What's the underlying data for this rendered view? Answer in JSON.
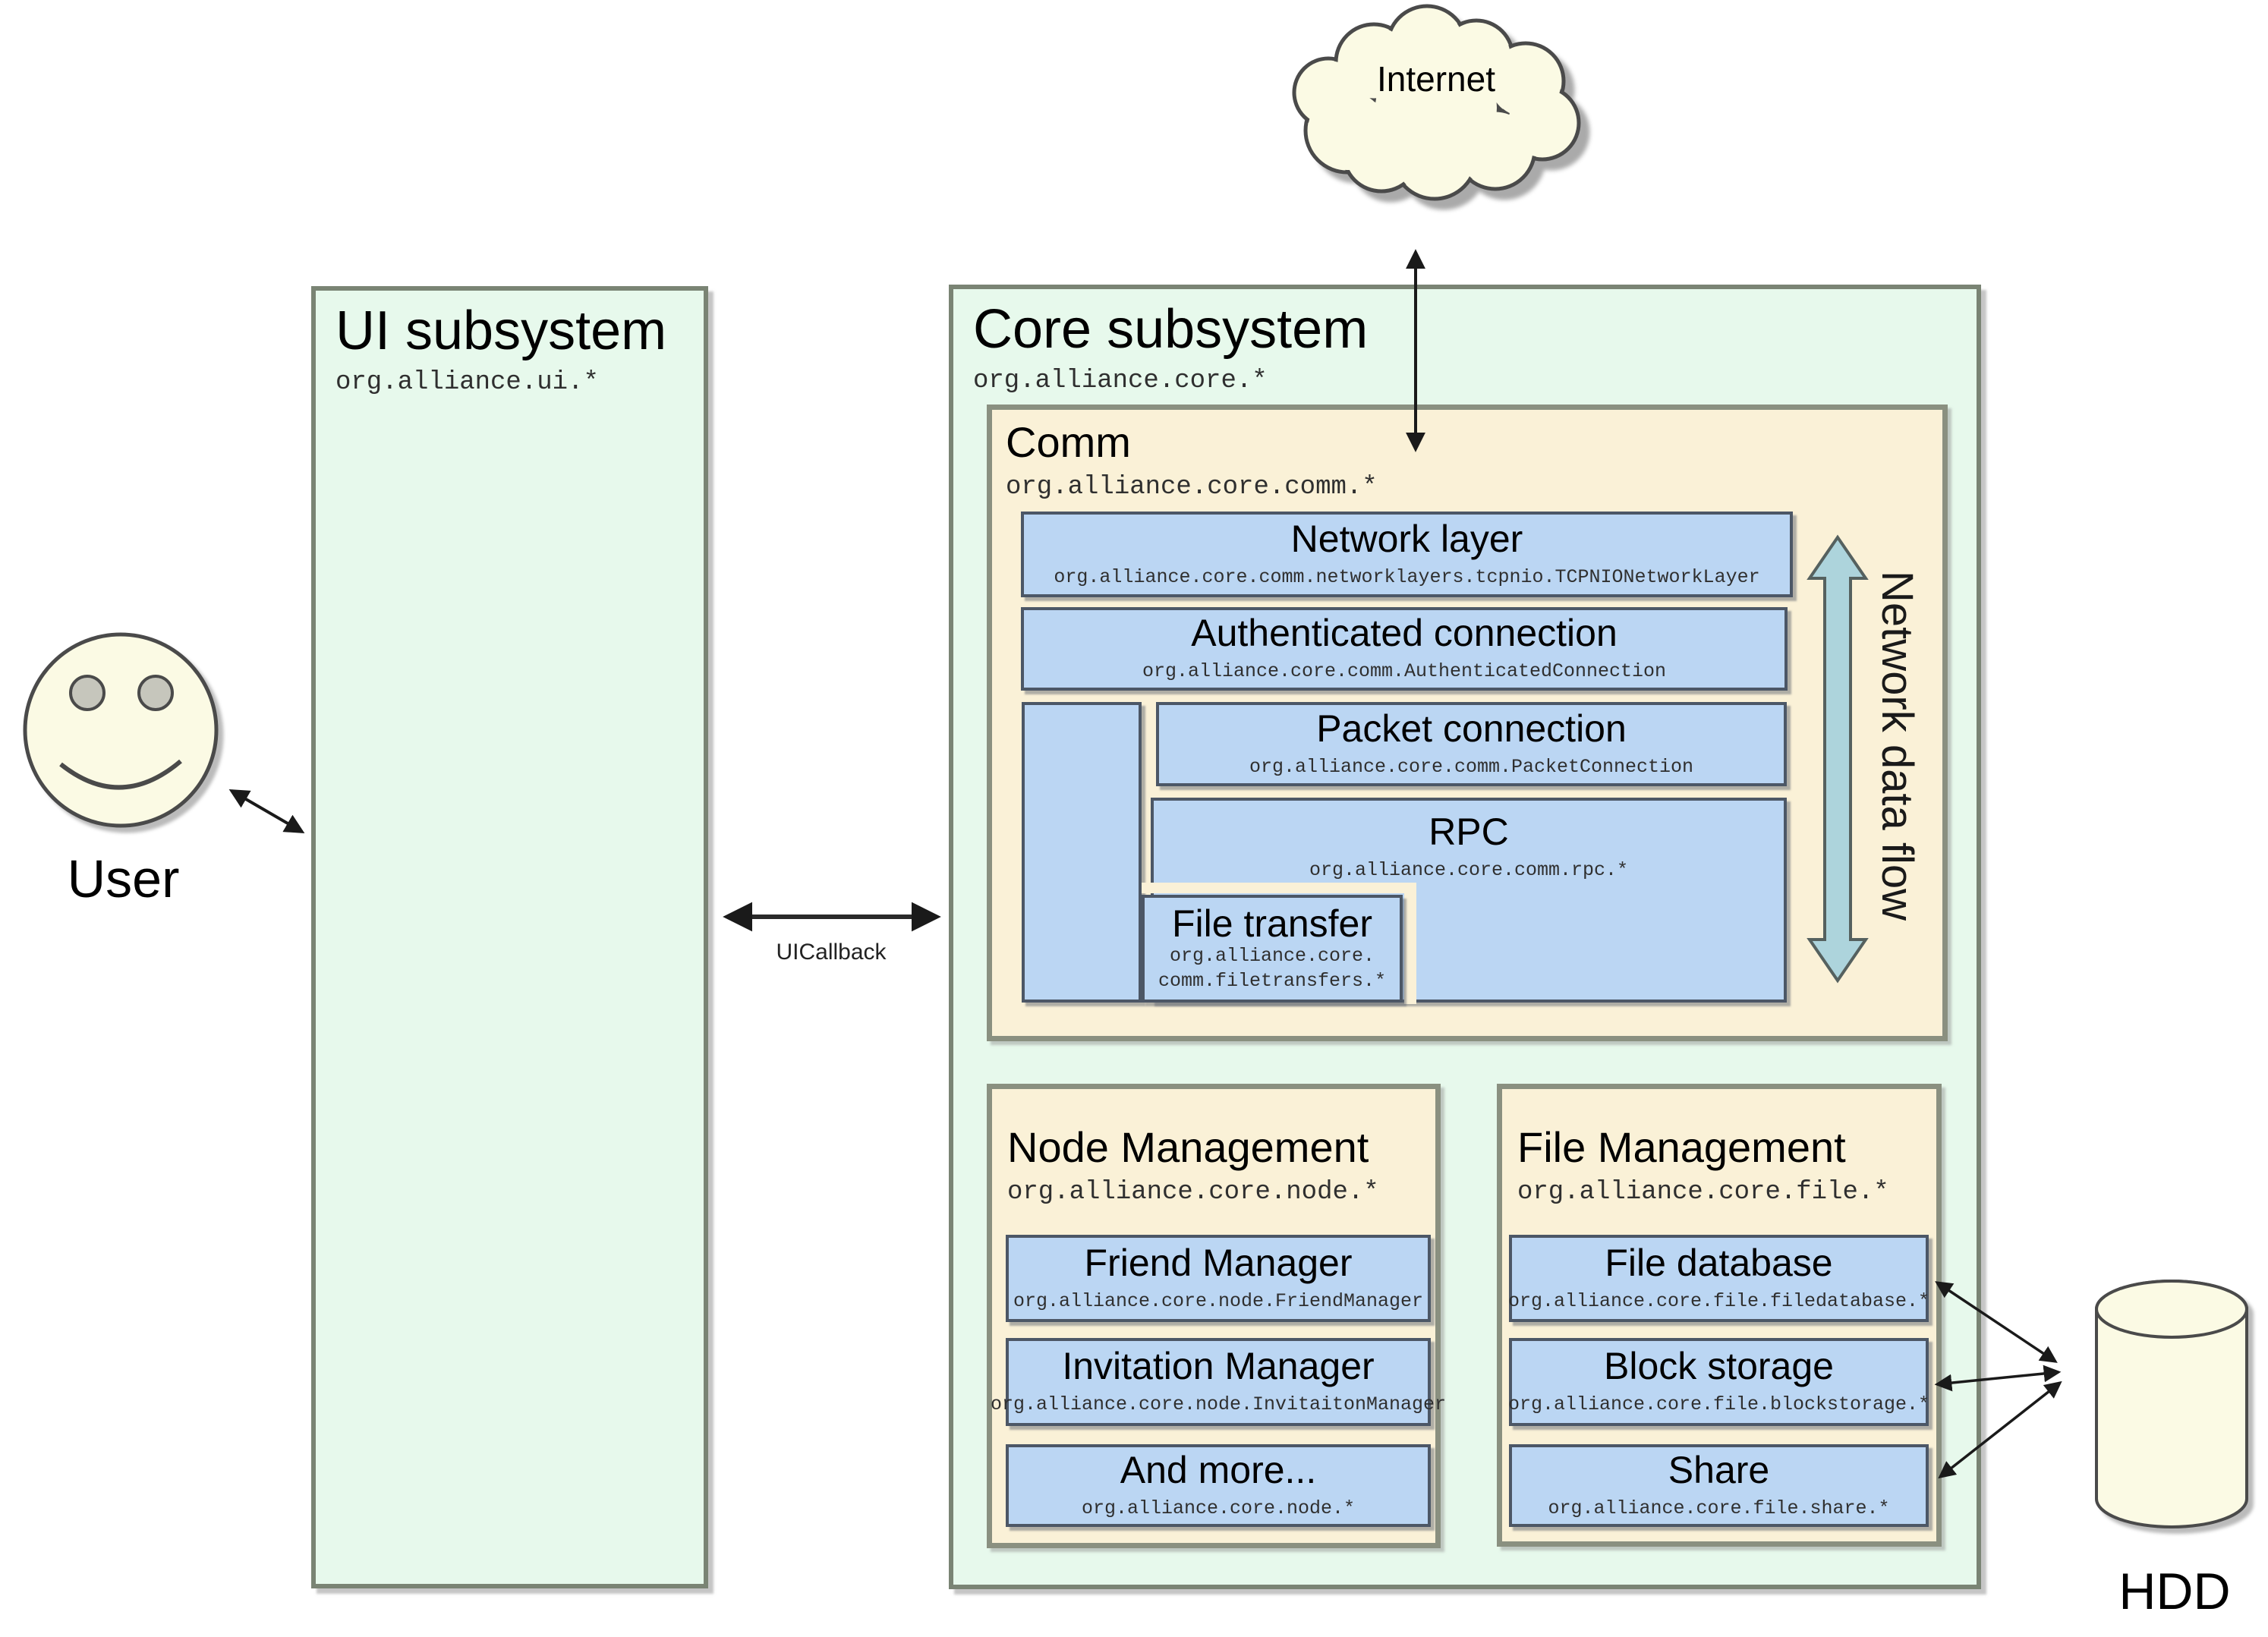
{
  "colors": {
    "bg": "#FFFFFF",
    "green-box": "#E7F9EC",
    "yellow-box": "#FAF1D7",
    "blue-box": "#BBD6F3",
    "ivory": "#FBFAE4",
    "flow-arrow-fill": "#ADD4DC",
    "outer-border": "#7A8474",
    "inner-border": "#8A9080",
    "blue-border": "#4C5766",
    "shape-stroke": "#4A4A4A",
    "mono-text": "#2F2F2F",
    "title-text": "#000000"
  },
  "nodes": {
    "internet": {
      "label": "Internet"
    },
    "user": {
      "label": "User"
    },
    "hdd": {
      "label": "HDD"
    },
    "uicallback": {
      "label": "UICallback"
    },
    "network_data_flow": {
      "label": "Network data flow"
    },
    "ui_subsystem": {
      "title": "UI subsystem",
      "package": "org.alliance.ui.*"
    },
    "core_subsystem": {
      "title": "Core subsystem",
      "package": "org.alliance.core.*"
    },
    "comm": {
      "title": "Comm",
      "package": "org.alliance.core.comm.*",
      "network_layer": {
        "title": "Network layer",
        "package": "org.alliance.core.comm.networklayers.tcpnio.TCPNIONetworkLayer"
      },
      "authenticated_connection": {
        "title": "Authenticated connection",
        "package": "org.alliance.core.comm.AuthenticatedConnection"
      },
      "packet_connection": {
        "title": "Packet connection",
        "package": "org.alliance.core.comm.PacketConnection"
      },
      "rpc": {
        "title": "RPC",
        "package": "org.alliance.core.comm.rpc.*"
      },
      "file_transfer": {
        "title": "File transfer",
        "package_line1": "org.alliance.core.",
        "package_line2": "comm.filetransfers.*"
      }
    },
    "node_management": {
      "title": "Node Management",
      "package": "org.alliance.core.node.*",
      "children": [
        {
          "title": "Friend Manager",
          "package": "org.alliance.core.node.FriendManager"
        },
        {
          "title": "Invitation Manager",
          "package": "org.alliance.core.node.InvitaitonManager"
        },
        {
          "title": "And more...",
          "package": "org.alliance.core.node.*"
        }
      ]
    },
    "file_management": {
      "title": "File Management",
      "package": "org.alliance.core.file.*",
      "children": [
        {
          "title": "File database",
          "package": "org.alliance.core.file.filedatabase.*"
        },
        {
          "title": "Block storage",
          "package": "org.alliance.core.file.blockstorage.*"
        },
        {
          "title": "Share",
          "package": "org.alliance.core.file.share.*"
        }
      ]
    }
  }
}
